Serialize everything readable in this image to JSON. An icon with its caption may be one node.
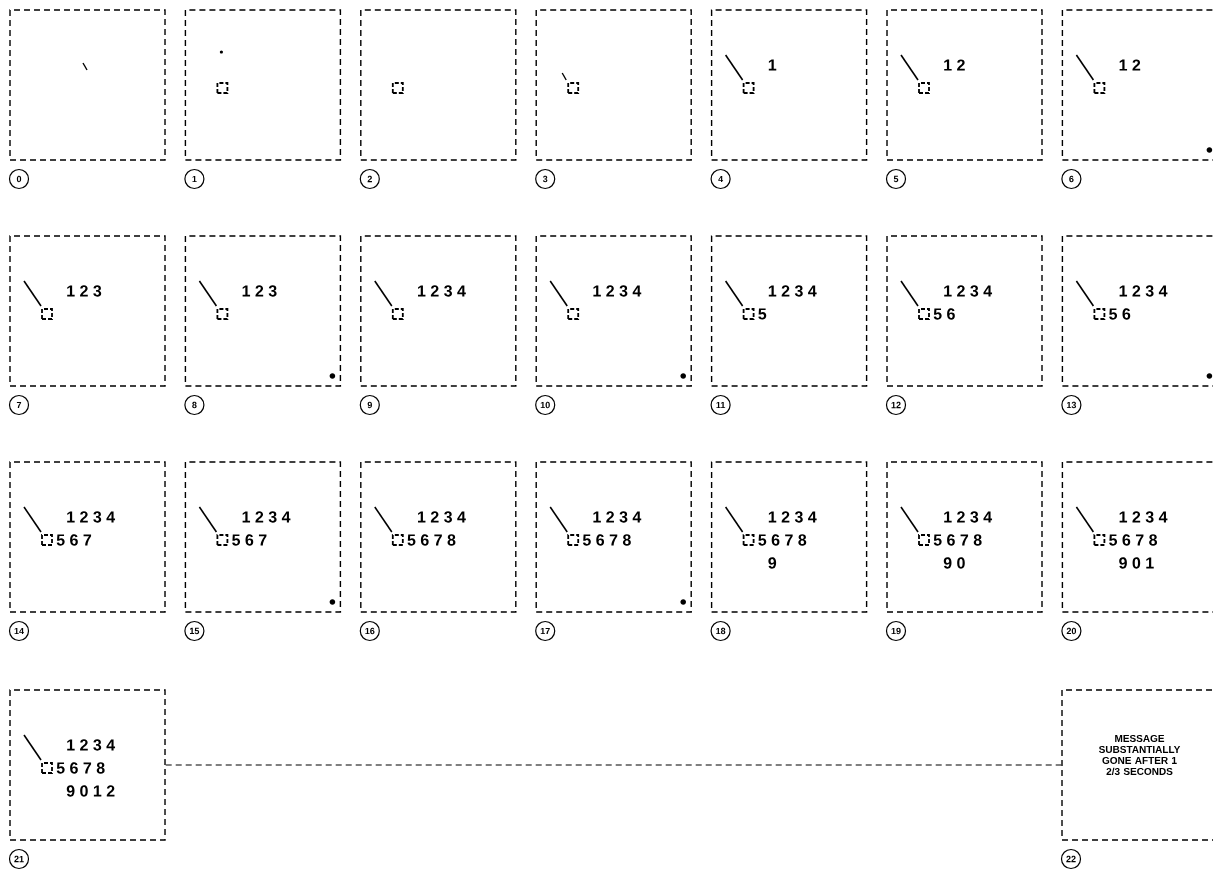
{
  "diagram": {
    "nodes": [
      {
        "text": [],
        "shape": "box",
        "beside": [
          "0"
        ]
      },
      {
        "text": [],
        "shape": "box",
        "beside": [
          "1"
        ]
      },
      {
        "text": [],
        "shape": "box",
        "beside": [
          "2"
        ]
      },
      {
        "text": [],
        "shape": "box",
        "beside": [
          "3"
        ]
      },
      {
        "text": [
          "1"
        ],
        "beside": [
          "4"
        ]
      },
      {
        "text": [
          "1 2"
        ],
        "beside": [
          "5"
        ]
      },
      {
        "text": [
          "1 2"
        ],
        "beside": [
          "6"
        ]
      },
      {
        "text": [
          "1 2 3"
        ],
        "beside": [
          "7"
        ]
      },
      {
        "text": [
          "1 2 3"
        ],
        "beside": [
          "8"
        ]
      },
      {
        "text": [
          "1 2 3 4"
        ],
        "beside": [
          "9"
        ]
      },
      {
        "text": [
          "1 2 3 4"
        ],
        "beside": [
          "10"
        ]
      },
      {
        "text": [
          "1 2 3 4",
          "5"
        ],
        "beside": [
          "11"
        ]
      },
      {
        "text": [
          "1 2 3 4",
          "5 6"
        ],
        "beside": [
          "12"
        ]
      },
      {
        "text": [
          "1 2 3 4",
          "5 6"
        ],
        "beside": [
          "13"
        ]
      },
      {
        "text": [
          "1 2 3 4",
          "5 6 7"
        ],
        "beside": [
          "14"
        ]
      },
      {
        "text": [
          "1 2 3 4",
          "5 6 7"
        ],
        "beside": [
          "15"
        ]
      },
      {
        "text": [
          "1 2 3 4",
          "5 6 7 8"
        ],
        "beside": [
          "16"
        ]
      },
      {
        "text": [
          "1 2 3 4",
          "5 6 7 8"
        ],
        "beside": [
          "17"
        ]
      },
      {
        "text": [
          "1 2 3 4",
          "5 6 7 8",
          "9"
        ],
        "beside": [
          "18"
        ]
      },
      {
        "text": [
          "1 2 3 4",
          "5 6 7 8",
          "9 0"
        ],
        "beside": [
          "19"
        ]
      },
      {
        "text": [
          "1 2 3 4",
          "5 6 7 8",
          "9 0 1"
        ],
        "beside": [
          "20"
        ]
      },
      {
        "text": [
          "1 2 3 4",
          "5 6 7 8",
          "9 0 1 2"
        ],
        "beside": [
          "21"
        ]
      },
      {
        "text": [
          "MESSAGE SUBSTANTIALLY GONE AFTER 1 2/3 SECONDS"
        ],
        "beside": [
          "22"
        ]
      }
    ],
    "edges": [
      {
        "from": 21,
        "to": 22,
        "arrow": "none",
        "style": "dashed"
      }
    ]
  }
}
